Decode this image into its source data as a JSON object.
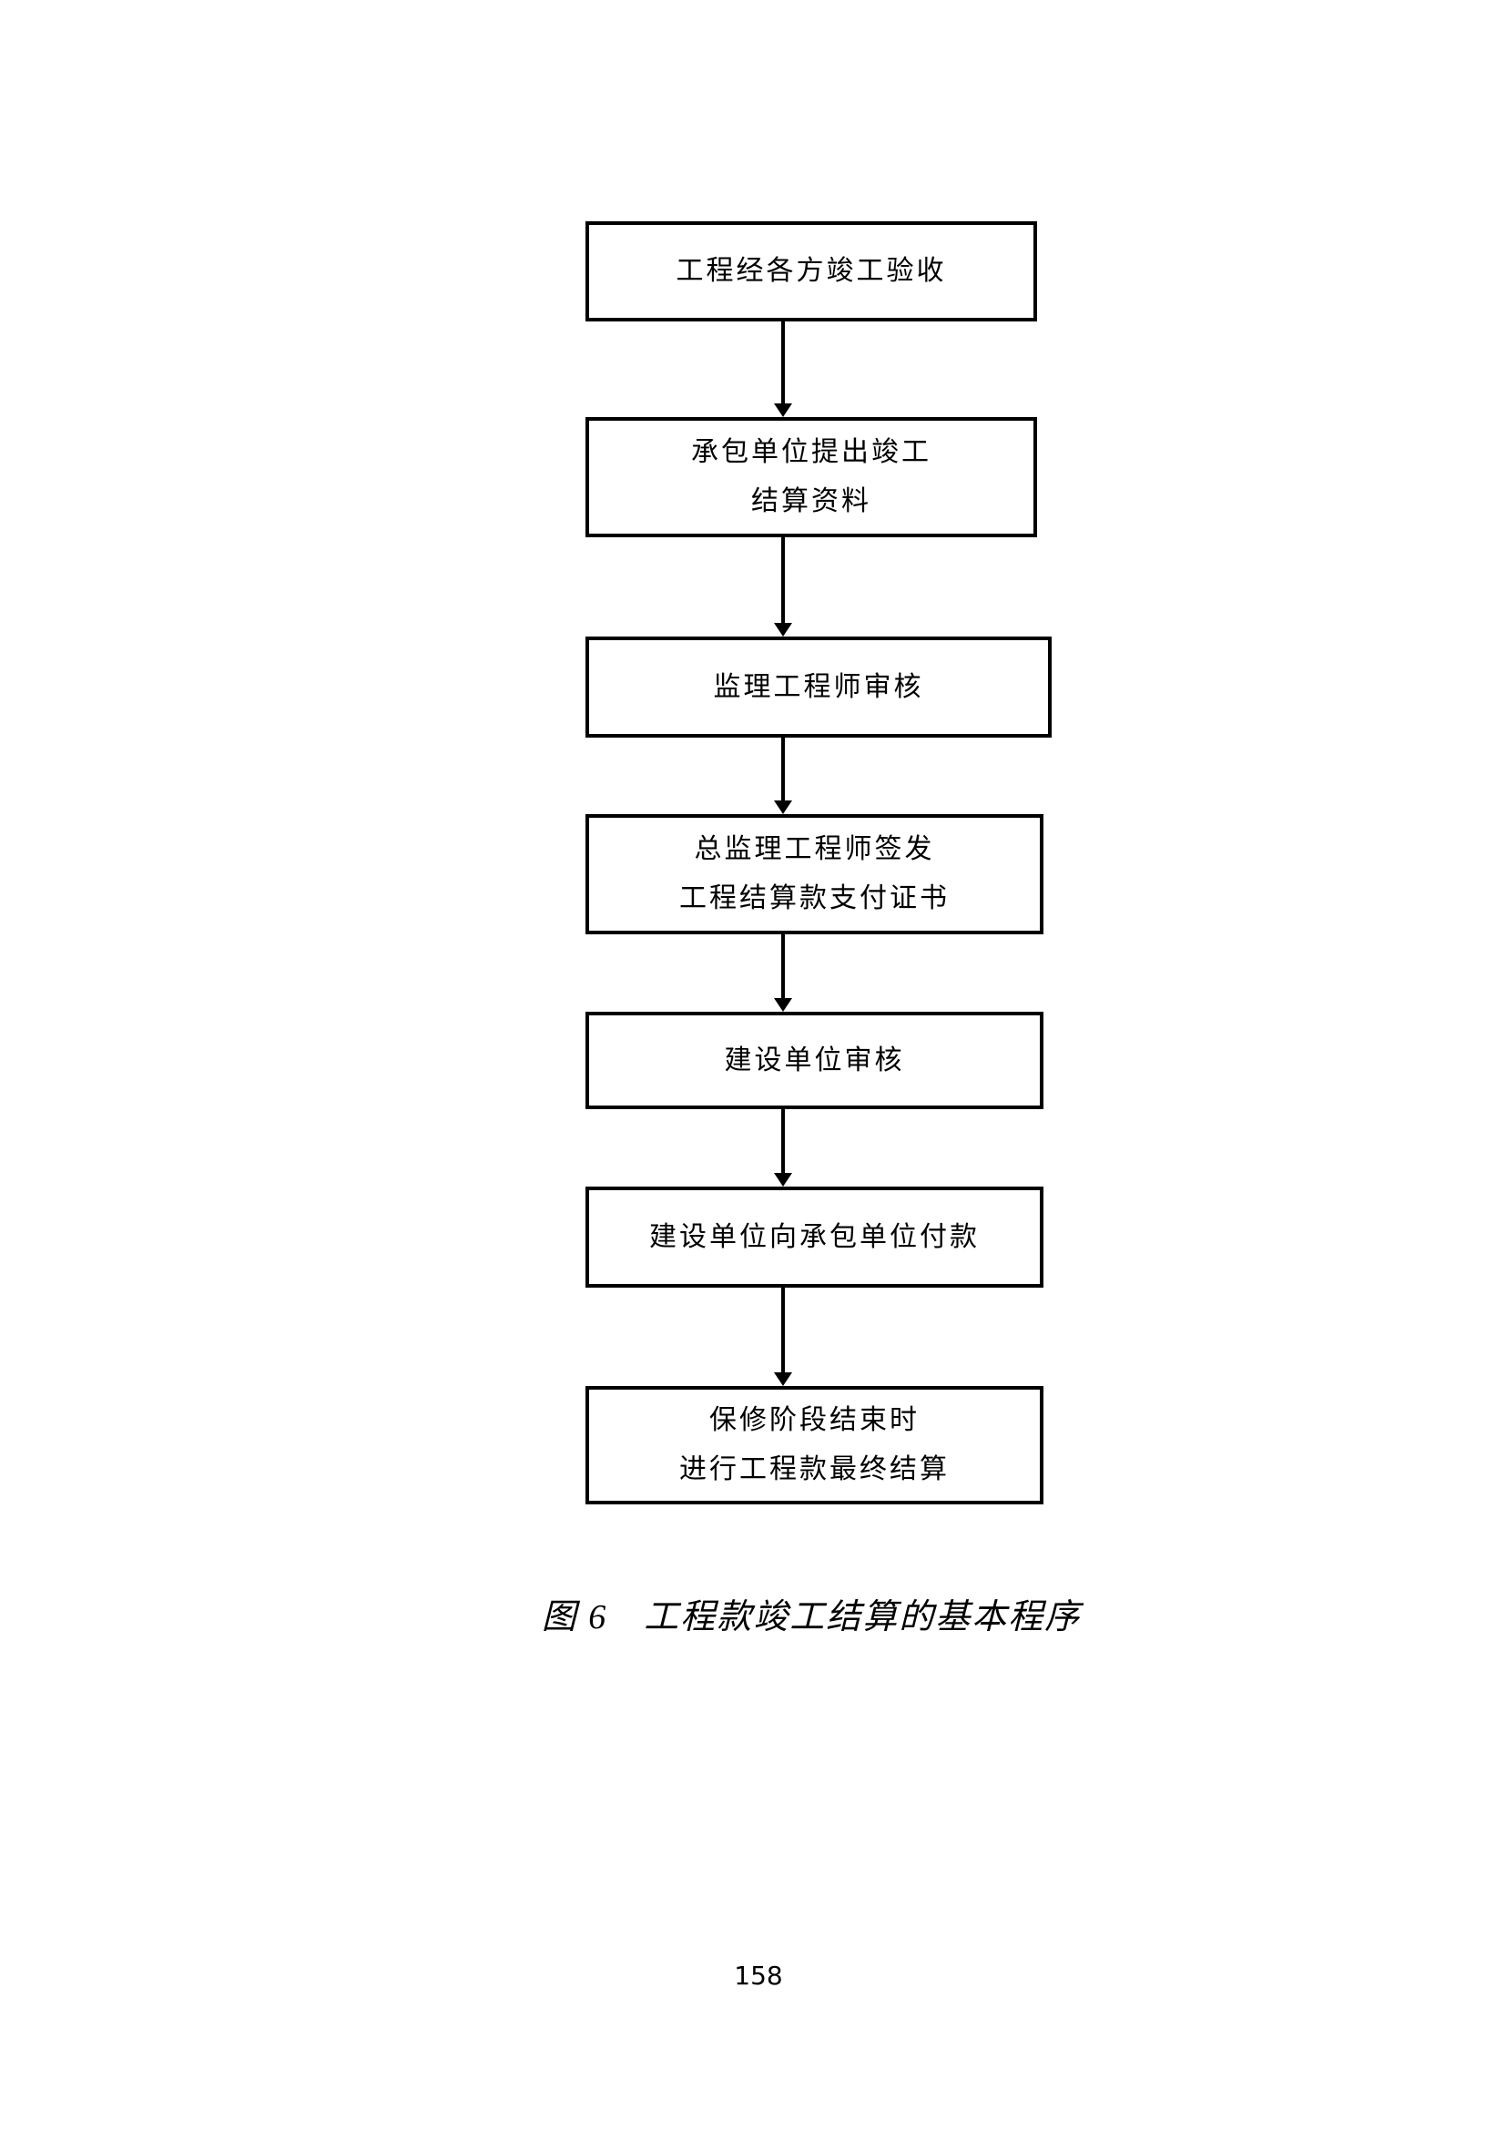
{
  "figure": {
    "steps": [
      {
        "line1": "工程经各方竣工验收"
      },
      {
        "line1": "承包单位提出竣工",
        "line2": "结算资料"
      },
      {
        "line1": "监理工程师审核"
      },
      {
        "line1": "总监理工程师签发",
        "line2": "工程结算款支付证书"
      },
      {
        "line1": "建设单位审核"
      },
      {
        "line1": "建设单位向承包单位付款"
      },
      {
        "line1": "保修阶段结束时",
        "line2": "进行工程款最终结算"
      }
    ],
    "caption": "图 6　工程款竣工结算的基本程序",
    "line_color": "#000000",
    "background_color": "#ffffff"
  },
  "page": {
    "number": "158"
  }
}
